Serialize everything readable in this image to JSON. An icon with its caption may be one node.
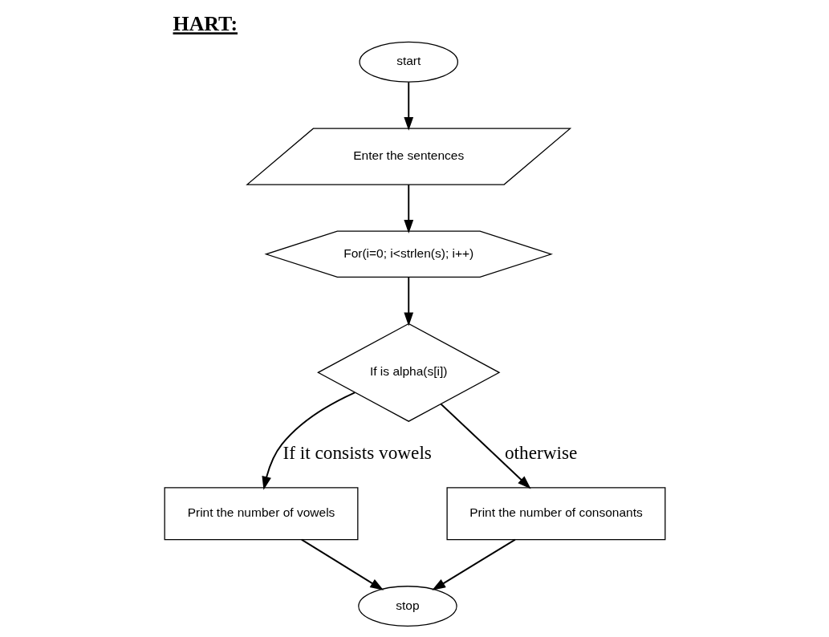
{
  "diagram": {
    "title": "HART:",
    "nodes": [
      {
        "text": [
          "start"
        ]
      },
      {
        "text": [
          "Enter the sentences"
        ]
      },
      {
        "text": [
          "For(i=0; i<strlen(s); i++)"
        ]
      },
      {
        "text": [
          "If is alpha(s[i])"
        ]
      },
      {
        "text": [
          "Print the number of vowels"
        ]
      },
      {
        "text": [
          "Print the number of consonants"
        ]
      },
      {
        "text": [
          "stop"
        ]
      }
    ],
    "edges": [
      {
        "from": 0,
        "to": 1,
        "arrow": "to"
      },
      {
        "from": 1,
        "to": 2,
        "arrow": "to"
      },
      {
        "from": 2,
        "to": 3,
        "arrow": "to"
      },
      {
        "from": 3,
        "to": 4,
        "arrow": "to",
        "label": "If it consists vowels"
      },
      {
        "from": 3,
        "to": 5,
        "arrow": "to",
        "label": "otherwise"
      },
      {
        "from": 4,
        "to": 6,
        "arrow": "to"
      },
      {
        "from": 5,
        "to": 6,
        "arrow": "to"
      }
    ]
  }
}
